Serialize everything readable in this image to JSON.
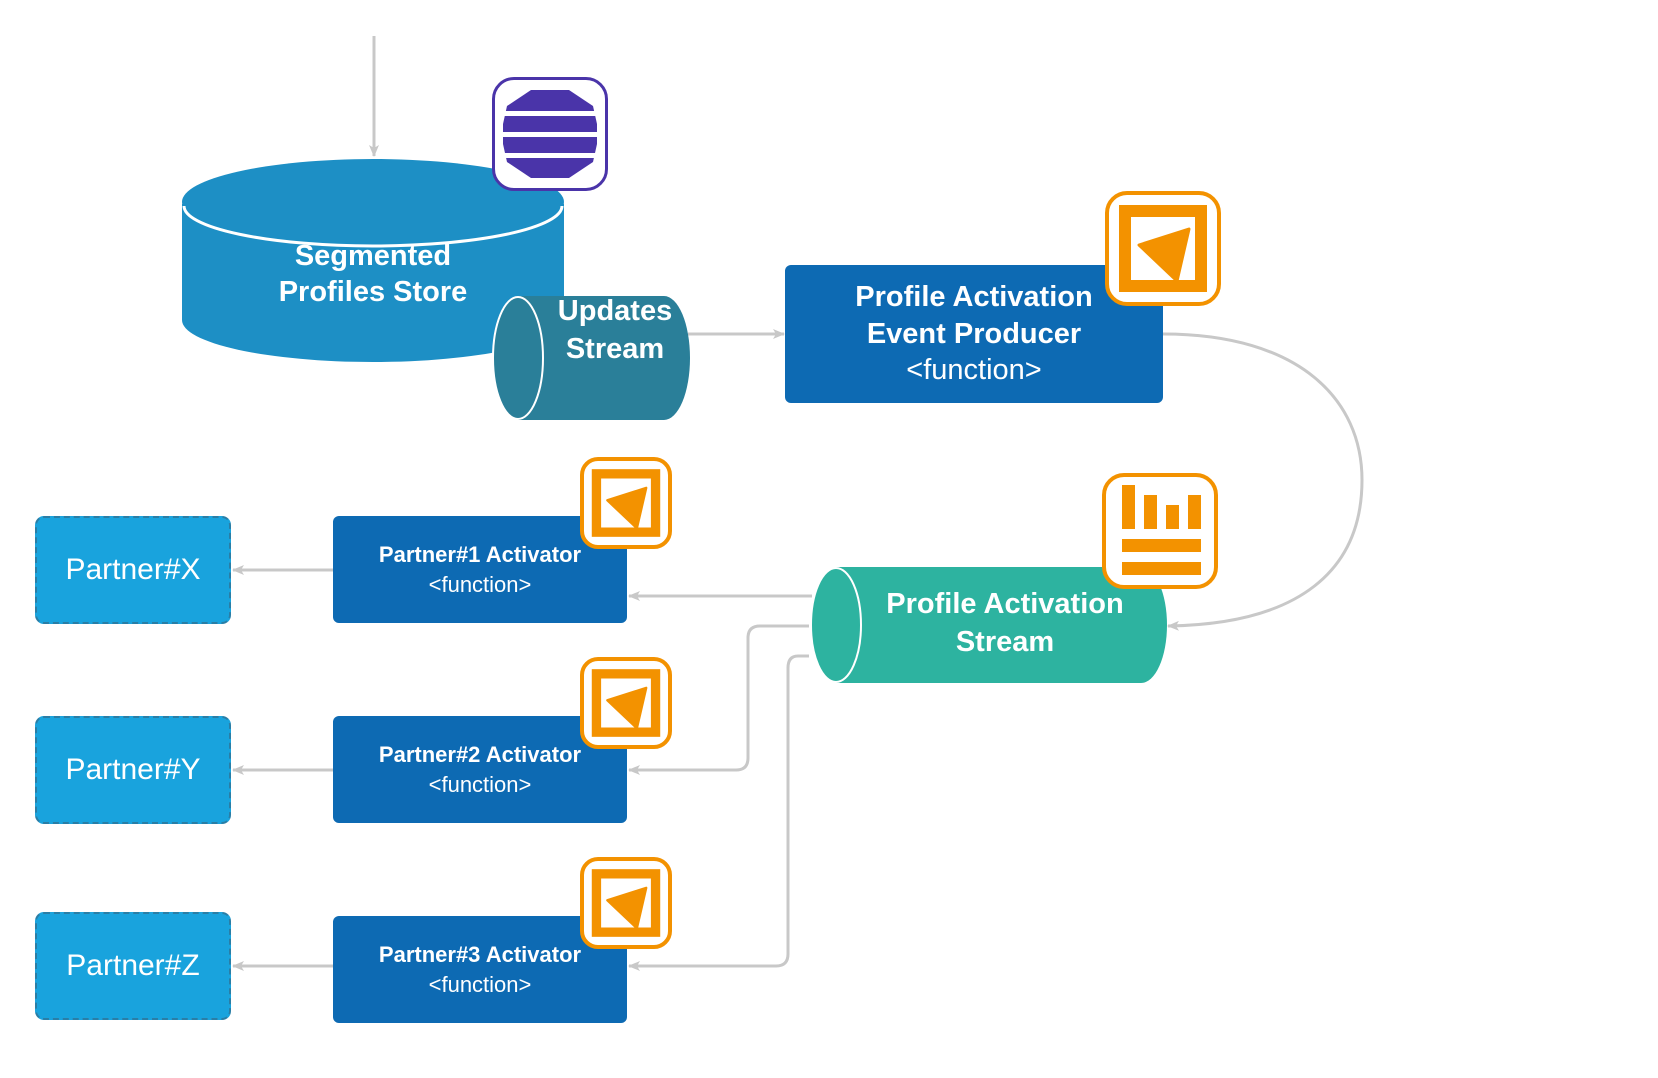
{
  "diagram": {
    "store": {
      "line1": "Segmented",
      "line2": "Profiles Store",
      "icon": "database-octagon-icon"
    },
    "updates_stream": {
      "line1": "Updates",
      "line2": "Stream"
    },
    "producer": {
      "line1": "Profile Activation",
      "line2": "Event Producer",
      "type": "<function>",
      "icon": "lambda-function-icon"
    },
    "activation_stream": {
      "line1": "Profile Activation",
      "line2": "Stream",
      "icon": "stream-bars-icon"
    },
    "activators": [
      {
        "title": "Partner#1 Activator",
        "type": "<function>"
      },
      {
        "title": "Partner#2 Activator",
        "type": "<function>"
      },
      {
        "title": "Partner#3 Activator",
        "type": "<function>"
      }
    ],
    "partners": [
      {
        "label": "Partner#X"
      },
      {
        "label": "Partner#Y"
      },
      {
        "label": "Partner#Z"
      }
    ]
  },
  "colors": {
    "store": "#1d8fc5",
    "updates_stream": "#2a7f99",
    "function": "#0d6ab3",
    "activation_stream": "#2db3a0",
    "partner": "#19a3dd",
    "partner_border": "#2a7ea6",
    "icon_orange": "#f39200",
    "icon_purple": "#4a34a9",
    "connector": "#c8c8c8"
  }
}
